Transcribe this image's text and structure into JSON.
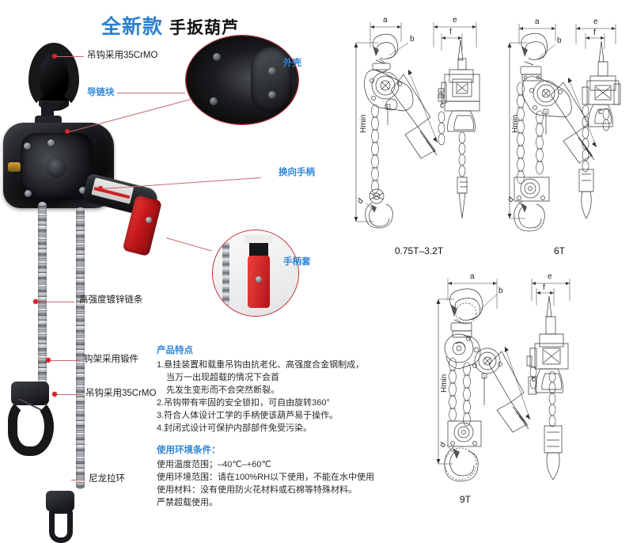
{
  "title": {
    "highlight": "全新款",
    "main": "手扳葫芦"
  },
  "callouts": [
    {
      "id": "top-hook",
      "text": "吊钩采用35CrMO",
      "color": "black"
    },
    {
      "id": "chain-guide",
      "text": "导链块",
      "color": "blue"
    },
    {
      "id": "housing",
      "text": "外壳",
      "color": "blue"
    },
    {
      "id": "reverse-lever",
      "text": "换向手柄",
      "color": "blue"
    },
    {
      "id": "grip-sleeve",
      "text": "手柄套",
      "color": "blue"
    },
    {
      "id": "chain",
      "text": "高强度镀锌链条",
      "color": "black"
    },
    {
      "id": "hook-frame",
      "text": "钩架采用锻件",
      "color": "black"
    },
    {
      "id": "bottom-hook",
      "text": "吊钩采用35CrMO",
      "color": "black"
    },
    {
      "id": "nylon-ring",
      "text": "尼龙拉环",
      "color": "black"
    }
  ],
  "features": {
    "heading": "产品特点",
    "lines": [
      "1.悬挂装置和载重吊钩由抗老化、高强度合金钢制成，",
      "当万一出现超载的情况下会首",
      "先发生变形而不会突然断裂。",
      "2.吊钩带有牢固的安全锁扣，可自由旋转360°",
      "3.符合人体设计工学的手柄使该葫芦易于操作。",
      "4.封闭式设计可保护内部部件免受污染。"
    ]
  },
  "usage": {
    "heading": "使用环境条件：",
    "lines": [
      "使用温度范围；–40℃–+60℃",
      "使用环境范围：请在100%RH以下使用，不能在水中使用",
      "使用材料：没有使用防火花材料或石棉等特殊材料。",
      "严禁超载使用。"
    ]
  },
  "drawings": [
    {
      "id": "d1",
      "caption": "0.75T–3.2T",
      "dims": [
        "a",
        "b",
        "c",
        "d",
        "e",
        "f",
        "Hmin"
      ]
    },
    {
      "id": "d2",
      "caption": "6T",
      "dims": [
        "a",
        "b",
        "c",
        "d",
        "e",
        "f",
        "Hmin"
      ]
    },
    {
      "id": "d3",
      "caption": "9T",
      "dims": [
        "a",
        "b",
        "c",
        "d",
        "e",
        "f",
        "Hmin"
      ]
    }
  ],
  "colors": {
    "accent_blue": "#2f86d8",
    "leader_red": "#c66a72",
    "dot_red": "#e0232b",
    "inset_ring": "#c4272f",
    "grip_red": "#c0161a"
  }
}
